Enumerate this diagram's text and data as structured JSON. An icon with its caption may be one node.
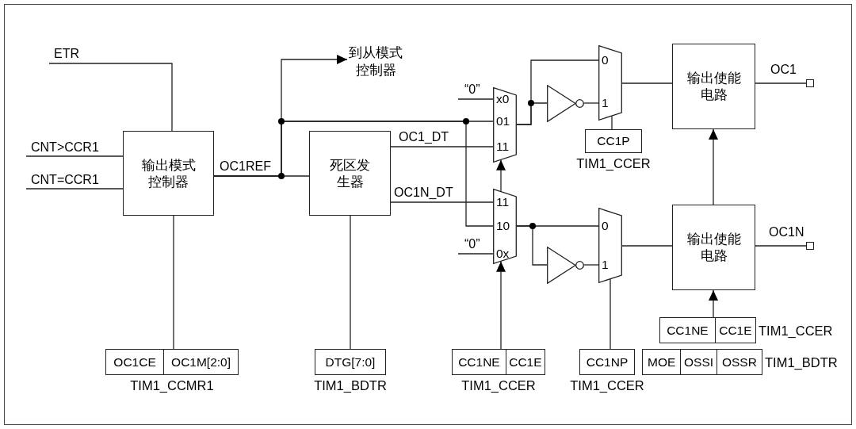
{
  "diagram": {
    "nodes": [
      {
        "text": [
          "ETR"
        ]
      },
      {
        "text": [
          "CNT>CCR1"
        ]
      },
      {
        "text": [
          "CNT=CCR1"
        ]
      },
      {
        "text": [
          "输出模式控制器"
        ]
      },
      {
        "text": [
          "到从模式控制器"
        ]
      },
      {
        "text": [
          "死区发生器"
        ]
      },
      {
        "text": [
          "x0",
          "01",
          "11"
        ]
      },
      {
        "text": [
          "11",
          "10",
          "0x"
        ]
      },
      {
        "text": [
          "“0”"
        ]
      },
      {
        "text": [
          "“0”"
        ]
      },
      {
        "text": [],
        "shape": "triangle"
      },
      {
        "text": [
          "0",
          "1"
        ]
      },
      {
        "text": [],
        "shape": "triangle"
      },
      {
        "text": [
          "0",
          "1"
        ]
      },
      {
        "text": [
          "输出使能电路"
        ]
      },
      {
        "text": [
          "输出使能电路"
        ]
      },
      {
        "text": [
          "OC1"
        ]
      },
      {
        "text": [
          "OC1N"
        ]
      },
      {
        "text": [
          "CC1P"
        ],
        "beside": [
          "TIM1_CCER"
        ]
      },
      {
        "text": [
          "OC1CE",
          "OC1M[2:0]"
        ],
        "beside": [
          "TIM1_CCMR1"
        ]
      },
      {
        "text": [
          "DTG[7:0]"
        ],
        "beside": [
          "TIM1_BDTR"
        ]
      },
      {
        "text": [
          "CC1NE",
          "CC1E"
        ],
        "beside": [
          "TIM1_CCER"
        ]
      },
      {
        "text": [
          "CC1NP"
        ],
        "beside": [
          "TIM1_CCER"
        ]
      },
      {
        "text": [
          "CC1NE",
          "CC1E"
        ],
        "beside": [
          "TIM1_CCER"
        ]
      },
      {
        "text": [
          "MOE",
          "OSSI",
          "OSSR"
        ],
        "beside": [
          "TIM1_BDTR"
        ]
      }
    ],
    "edges": [
      {
        "from": 0,
        "to": 3,
        "arrow": "none"
      },
      {
        "from": 1,
        "to": 3,
        "arrow": "none"
      },
      {
        "from": 2,
        "to": 3,
        "arrow": "none"
      },
      {
        "from": 3,
        "to": 5,
        "arrow": "none",
        "label": "OC1REF"
      },
      {
        "from": 3,
        "to": 4,
        "arrow": "to"
      },
      {
        "from": 3,
        "to": 6,
        "arrow": "none"
      },
      {
        "from": 3,
        "to": 7,
        "arrow": "none"
      },
      {
        "from": 5,
        "to": 6,
        "arrow": "none",
        "label": "OC1_DT"
      },
      {
        "from": 5,
        "to": 7,
        "arrow": "none",
        "label": "OC1N_DT"
      },
      {
        "from": 8,
        "to": 6,
        "arrow": "none"
      },
      {
        "from": 9,
        "to": 7,
        "arrow": "none"
      },
      {
        "from": 21,
        "to": 7,
        "arrow": "to"
      },
      {
        "from": 7,
        "to": 6,
        "arrow": "to"
      },
      {
        "from": 6,
        "to": 10,
        "arrow": "none"
      },
      {
        "from": 6,
        "to": 11,
        "arrow": "none"
      },
      {
        "from": 10,
        "to": 11,
        "arrow": "none"
      },
      {
        "from": 18,
        "to": 11,
        "arrow": "none"
      },
      {
        "from": 11,
        "to": 14,
        "arrow": "none"
      },
      {
        "from": 14,
        "to": 16,
        "arrow": "none"
      },
      {
        "from": 7,
        "to": 12,
        "arrow": "none"
      },
      {
        "from": 7,
        "to": 13,
        "arrow": "none"
      },
      {
        "from": 12,
        "to": 13,
        "arrow": "none"
      },
      {
        "from": 22,
        "to": 13,
        "arrow": "none"
      },
      {
        "from": 13,
        "to": 15,
        "arrow": "none"
      },
      {
        "from": 15,
        "to": 17,
        "arrow": "none"
      },
      {
        "from": 15,
        "to": 14,
        "arrow": "to"
      },
      {
        "from": 23,
        "to": 15,
        "arrow": "to"
      },
      {
        "from": 19,
        "to": 3,
        "arrow": "none"
      },
      {
        "from": 20,
        "to": 5,
        "arrow": "none"
      }
    ]
  }
}
